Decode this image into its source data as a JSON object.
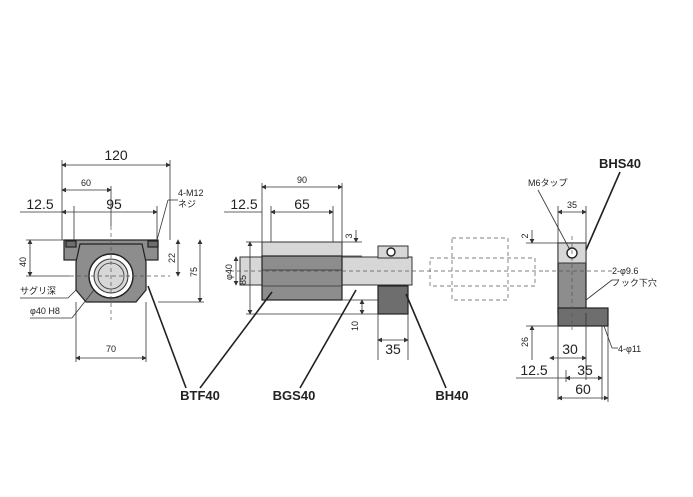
{
  "products": {
    "btf": "BTF40",
    "bgs": "BGS40",
    "bh": "BH40",
    "bhs": "BHS40"
  },
  "dimensions": {
    "front": {
      "total_width": "120",
      "bolt_pitch": "60",
      "mount_pitch": "95",
      "edge": "12.5",
      "base_height": "40",
      "center_height": "22",
      "total_height": "75",
      "bore_pitch": "70"
    },
    "side": {
      "length": "90",
      "edge": "12.5",
      "pitch": "65",
      "top_gap": "3",
      "bore": "φ40",
      "height": "85",
      "bottom_gap": "10",
      "holder_width": "35"
    },
    "bhs": {
      "top_width": "35",
      "gap": "2",
      "base_height": "26",
      "pitch": "30",
      "edge": "12.5",
      "edge_pitch": "35",
      "total_width": "60"
    }
  },
  "notes": {
    "thread": "4-M12",
    "thread_jp": "ネジ",
    "counterbore": "サグリ深",
    "bore_fit": "φ40 H8",
    "tap": "M6タップ",
    "pin_hole": "2-φ9.6",
    "pin_hole_jp": "ノック下穴",
    "mount_hole": "4-φ11"
  }
}
